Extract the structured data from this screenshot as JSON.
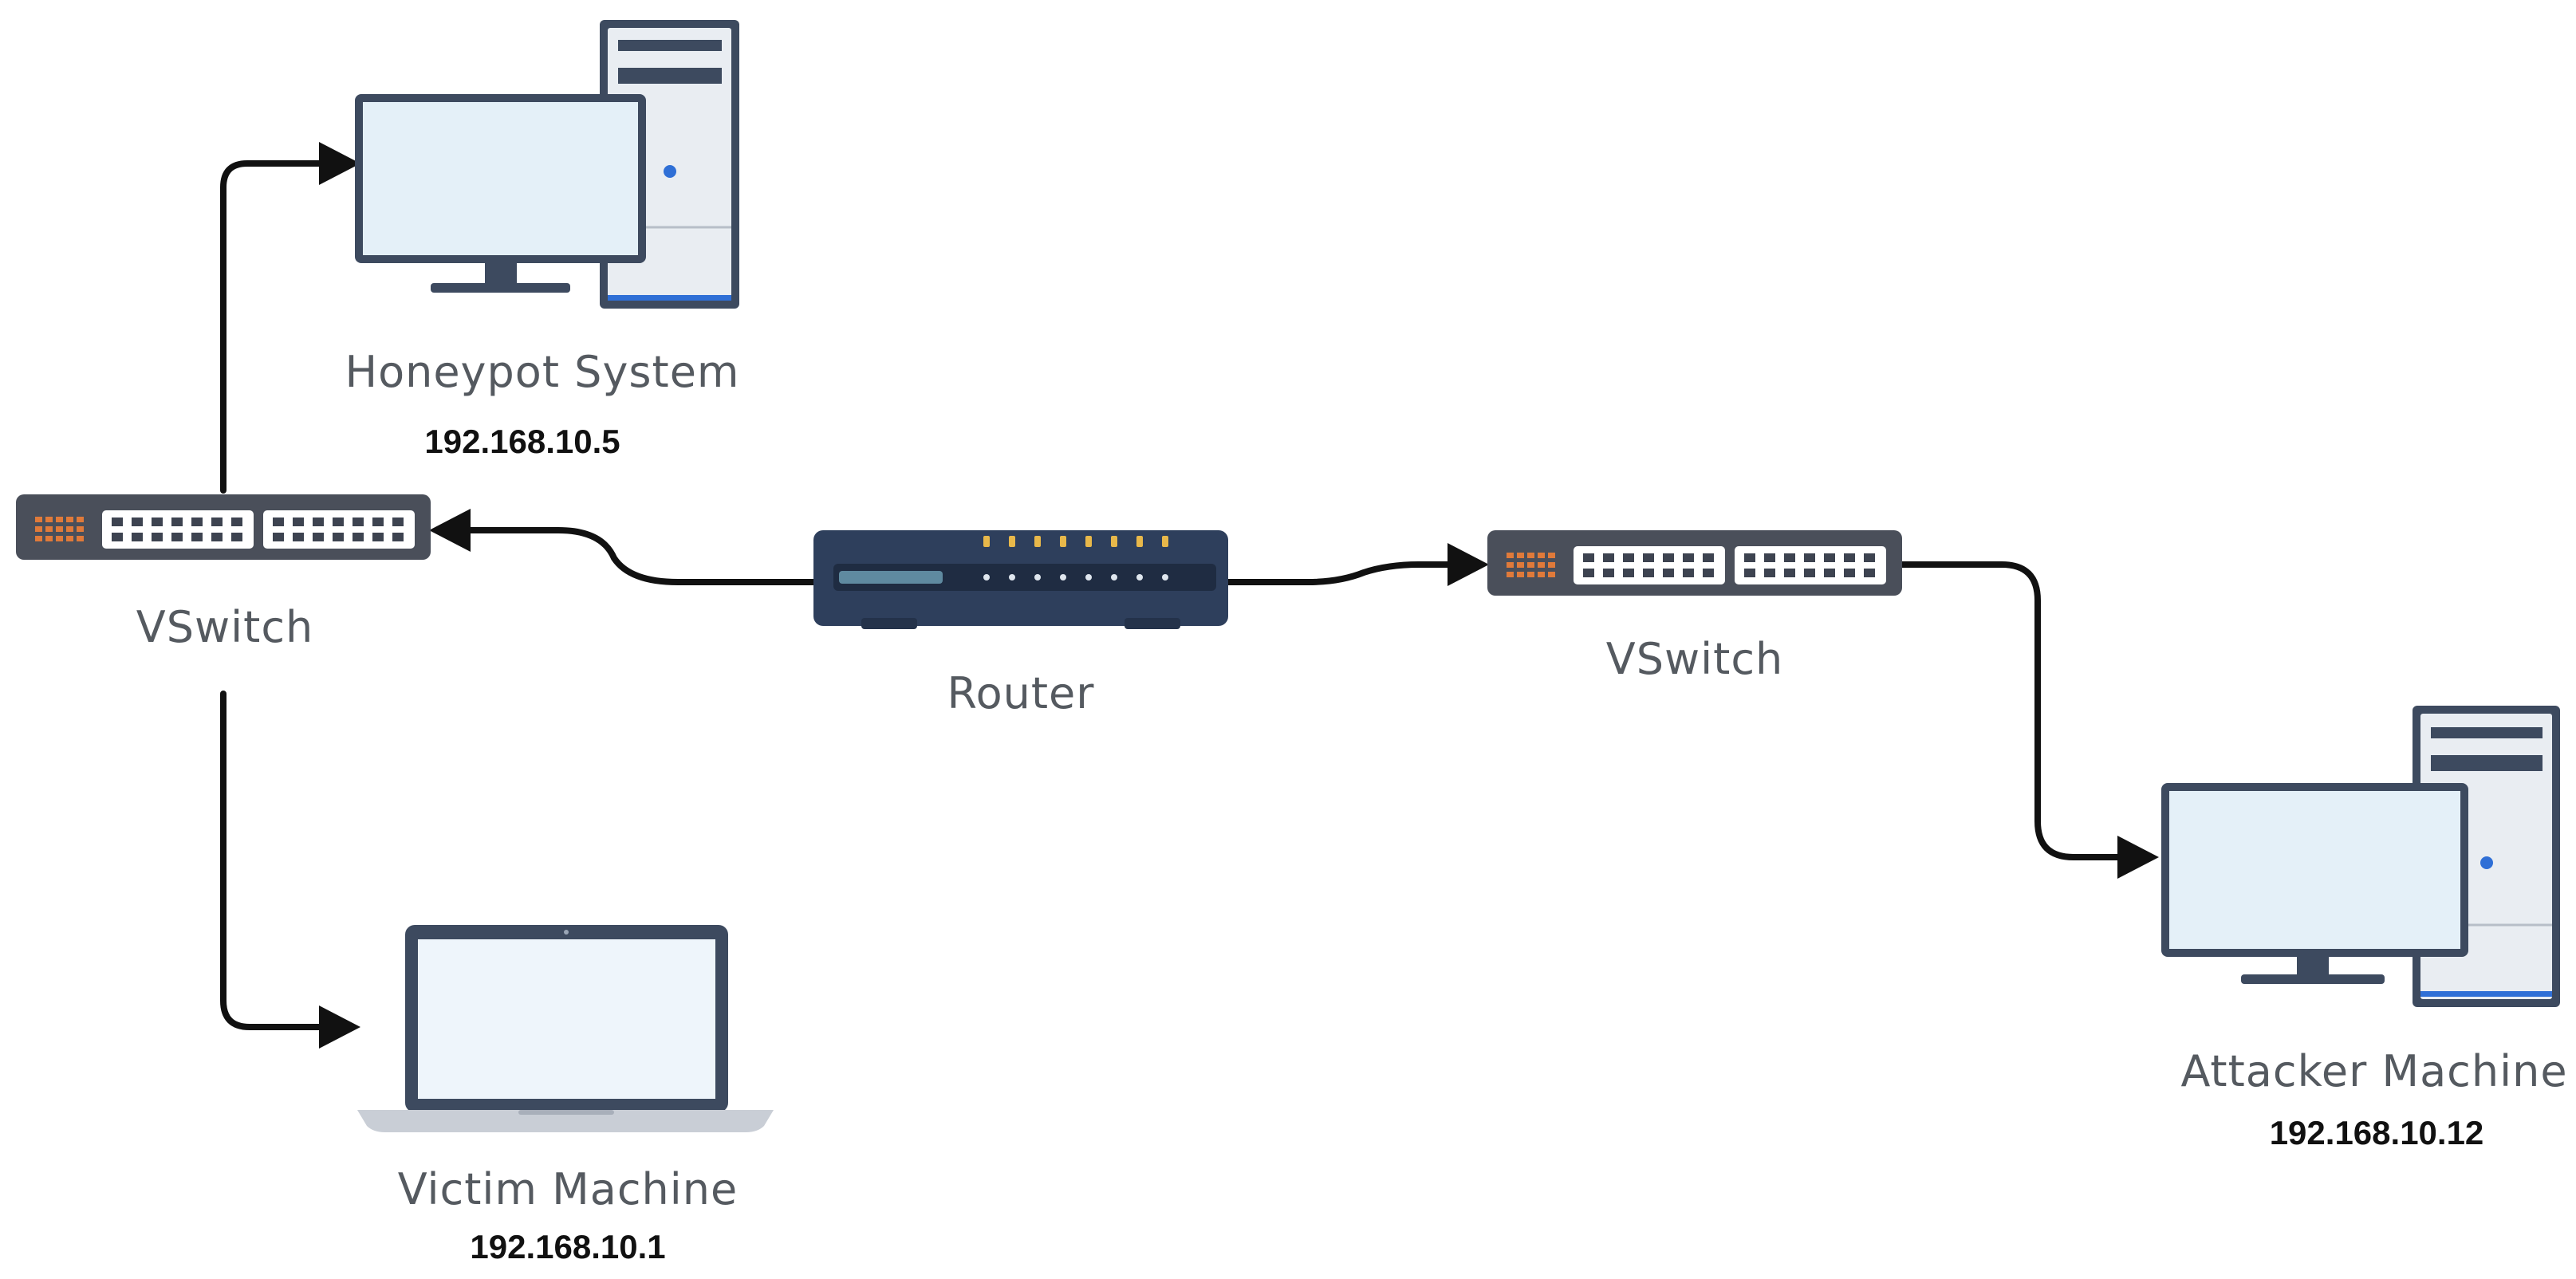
{
  "nodes": {
    "honeypot": {
      "name": "Honeypot System",
      "ip": "192.168.10.5",
      "icon": "desktop-computer-icon"
    },
    "vswitch_left": {
      "name": "VSwitch",
      "icon": "network-switch-icon"
    },
    "router": {
      "name": "Router",
      "icon": "router-icon"
    },
    "vswitch_right": {
      "name": "VSwitch",
      "icon": "network-switch-icon"
    },
    "attacker": {
      "name": "Attacker Machine",
      "ip": "192.168.10.12",
      "icon": "desktop-computer-icon"
    },
    "victim": {
      "name": "Victim Machine",
      "ip": "192.168.10.1",
      "icon": "laptop-icon"
    }
  },
  "edges": [
    {
      "from": "router",
      "to": "vswitch_left"
    },
    {
      "from": "router",
      "to": "vswitch_right"
    },
    {
      "from": "vswitch_left",
      "to": "honeypot"
    },
    {
      "from": "vswitch_left",
      "to": "victim"
    },
    {
      "from": "vswitch_right",
      "to": "attacker"
    }
  ],
  "colors": {
    "device_body": "#3a4a63",
    "switch_body": "#4a4f5a",
    "screen": "#e4f0f8",
    "connector": "#111111",
    "port_orange": "#e07a3a",
    "router_led": "#e8b84a"
  }
}
